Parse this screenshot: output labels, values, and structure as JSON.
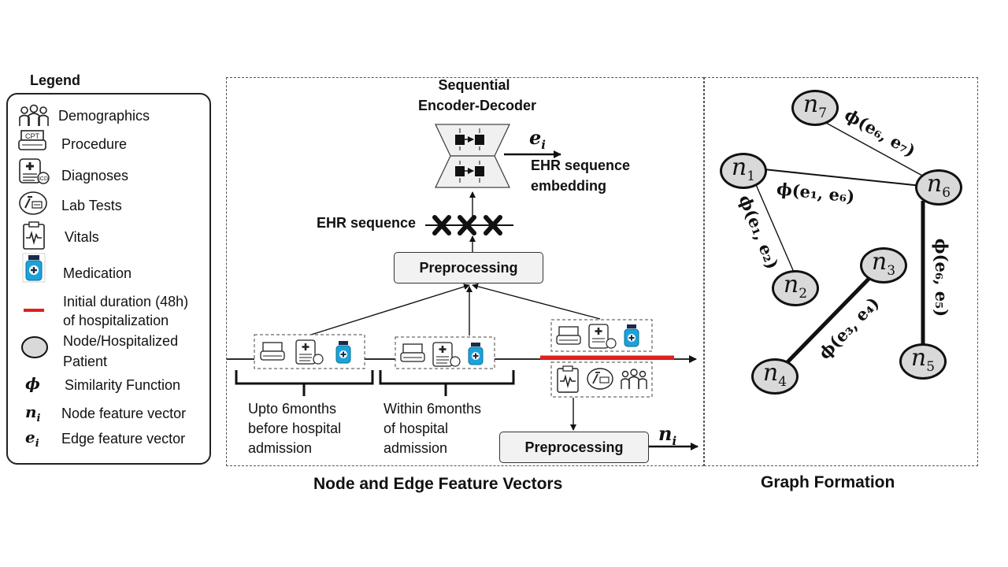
{
  "legend": {
    "title": "Legend",
    "items": [
      {
        "icon": "demographics-icon",
        "label": "Demographics"
      },
      {
        "icon": "procedure-icon",
        "label": "Procedure"
      },
      {
        "icon": "diagnoses-icon",
        "label": "Diagnoses"
      },
      {
        "icon": "lab-tests-icon",
        "label": "Lab Tests"
      },
      {
        "icon": "vitals-icon",
        "label": "Vitals"
      },
      {
        "icon": "medication-icon",
        "label": "Medication"
      },
      {
        "icon": "red-line-icon",
        "label_line1": "Initial duration (48h)",
        "label_line2": "of hospitalization"
      },
      {
        "icon": "node-icon",
        "label_line1": "Node/Hospitalized",
        "label_line2": "Patient"
      },
      {
        "icon": "phi-symbol",
        "symbol": "ϕ",
        "label": "Similarity Function"
      },
      {
        "icon": "ni-symbol",
        "symbol": "n",
        "sub": "i",
        "label": "Node feature vector"
      },
      {
        "icon": "ei-symbol",
        "symbol": "e",
        "sub": "i",
        "label": "Edge feature vector"
      }
    ]
  },
  "feature_panel": {
    "caption": "Node and Edge Feature Vectors",
    "encoder_title_line1": "Sequential",
    "encoder_title_line2": "Encoder-Decoder",
    "ei_symbol": "e",
    "ei_sub": "i",
    "embedding_line1": "EHR sequence",
    "embedding_line2": "embedding",
    "sequence_label": "EHR sequence",
    "preprocessing_top": "Preprocessing",
    "preprocessing_bottom": "Preprocessing",
    "ni_symbol": "n",
    "ni_sub": "i",
    "period1": [
      "Upto 6months",
      "before hospital",
      "admission"
    ],
    "period2": [
      "Within 6months",
      "of hospital",
      "admission"
    ],
    "cpt_text": "CPT",
    "icd_text": "ICD"
  },
  "graph_panel": {
    "caption": "Graph Formation",
    "nodes": [
      {
        "id": "n7",
        "letter": "n",
        "sub": "7"
      },
      {
        "id": "n1",
        "letter": "n",
        "sub": "1"
      },
      {
        "id": "n6",
        "letter": "n",
        "sub": "6"
      },
      {
        "id": "n3",
        "letter": "n",
        "sub": "3"
      },
      {
        "id": "n2",
        "letter": "n",
        "sub": "2"
      },
      {
        "id": "n4",
        "letter": "n",
        "sub": "4"
      },
      {
        "id": "n5",
        "letter": "n",
        "sub": "5"
      }
    ],
    "edges": [
      {
        "from": "n7",
        "to": "n6",
        "label": "ϕ(e₆, e₇)"
      },
      {
        "from": "n1",
        "to": "n6",
        "label": "ϕ(e₁, e₆)"
      },
      {
        "from": "n1",
        "to": "n2",
        "label": "ϕ(e₁, e₂)"
      },
      {
        "from": "n3",
        "to": "n4",
        "label": "ϕ(e₃, e₄)"
      },
      {
        "from": "n6",
        "to": "n5",
        "label": "ϕ(e₆, e₅)"
      }
    ]
  },
  "colors": {
    "red_line": "#e0201c",
    "node_fill": "#d9d9d9",
    "medication_blue": "#1aa3d8",
    "box_fill": "#f2f2f2"
  }
}
